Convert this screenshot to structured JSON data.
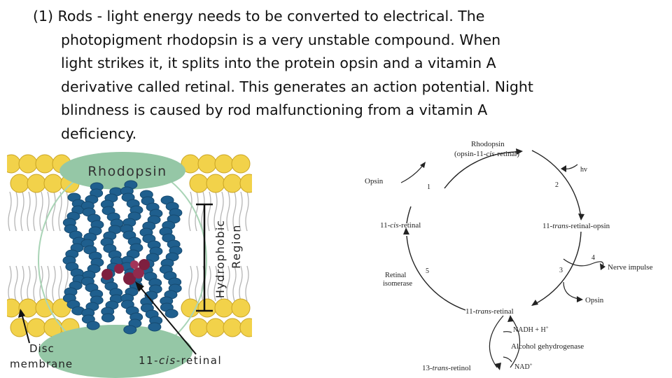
{
  "text": {
    "lines": [
      "(1) Rods - light energy needs to be converted to electrical. The",
      "photopigment rhodopsin is a very unstable compound. When",
      "light strikes it, it splits into the protein opsin and a vitamin A",
      "derivative called retinal. This generates an action potential. Night",
      "blindness is caused by rod malfunctioning from a vitamin A",
      "deficiency."
    ]
  },
  "left_figure": {
    "title": "Rhodopsin",
    "region_label_1": "Hydrophobic",
    "region_label_2": "Region",
    "disc_label_1": "Disc",
    "disc_label_2": "membrane",
    "retinal_prefix": "11-",
    "retinal_cis": "cis",
    "retinal_suffix": "-retinal",
    "colors": {
      "lipid_head": "#f2d24a",
      "lipid_outline": "#c9a425",
      "protein_helix": "#1f5f8e",
      "retinal": "#7e1f3f",
      "ellipse": "#95c7a6"
    }
  },
  "right_figure": {
    "rhodopsin": "Rhodopsin",
    "rhodopsin_sub_a": "(opsin-11-",
    "rhodopsin_sub_cis": "cis",
    "rhodopsin_sub_b": "-retinal)",
    "hv": "hv",
    "opsin": "Opsin",
    "step1": "1",
    "step2": "2",
    "step3": "3",
    "step4": "4",
    "step5": "5",
    "cis_retinal_a": "11-",
    "cis_retinal_it": "cis",
    "cis_retinal_b": "-retinal",
    "trans_opsin_a": "11-",
    "trans_opsin_it": "trans",
    "trans_opsin_b": "-retinal-opsin",
    "nerve_impulse": "Nerve impulse",
    "retinal_isomerase_1": "Retinal",
    "retinal_isomerase_2": "isomerase",
    "opsin_out": "Opsin",
    "trans_retinal_a": "11-",
    "trans_retinal_it": "trans",
    "trans_retinal_b": "-retinal",
    "nadh": "NADH + H",
    "nadh_sup": "+",
    "alcohol_dh": "Alcohol gehydrogenase",
    "trans_retinol_a": "13-",
    "trans_retinol_it": "trans",
    "trans_retinol_b": "-retinol",
    "nad": "NAD",
    "nad_sup": "+"
  }
}
